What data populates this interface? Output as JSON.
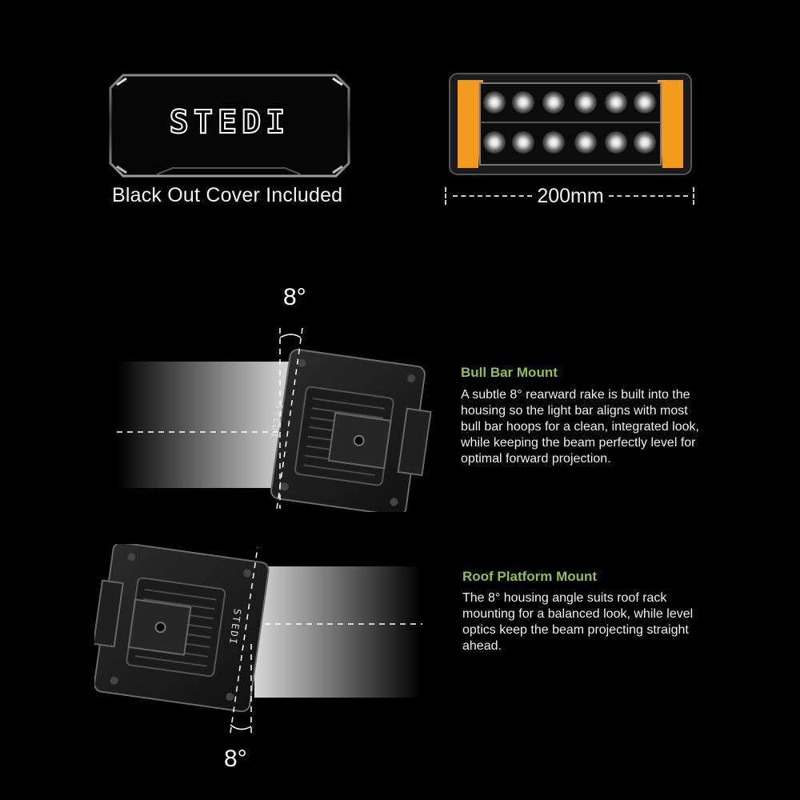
{
  "cover": {
    "logo_text": "STEDI",
    "caption": "Black Out Cover Included"
  },
  "lightbar": {
    "width_label": "200mm"
  },
  "bull_bar": {
    "angle": "8°",
    "title": "Bull Bar Mount",
    "description": "A subtle 8° rearward rake is built into the housing so the light bar aligns with most bull bar hoops for a clean, integrated look, while keeping the beam perfectly level for optimal forward projection."
  },
  "roof": {
    "angle": "8°",
    "title": "Roof Platform Mount",
    "description": "The 8° housing angle suits roof rack mounting for a balanced look, while level optics keep the beam projecting straight ahead."
  },
  "colors": {
    "accent_green": "#8fc04c",
    "amber": "#f39a1e",
    "background": "#000000"
  }
}
